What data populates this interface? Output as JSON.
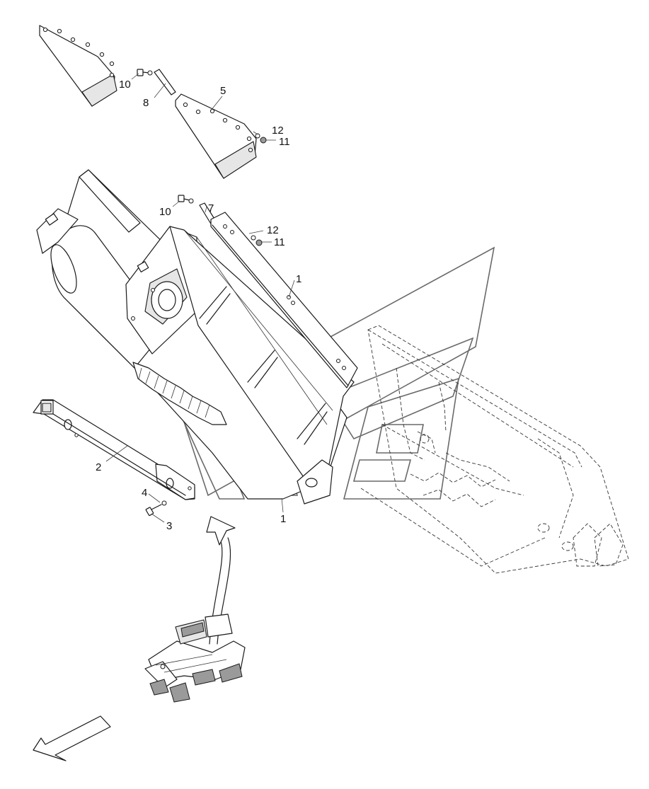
{
  "callouts": {
    "c10a": "10",
    "c8": "8",
    "c5": "5",
    "c12a": "12",
    "c11a": "11",
    "c10b": "10",
    "c7": "7",
    "c12b": "12",
    "c11b": "11",
    "c1a": "1",
    "c2": "2",
    "c4": "4",
    "c3": "3",
    "c1b": "1"
  },
  "colors": {
    "line": "#1a1a1a",
    "watermark": "#6a6a6a",
    "background": "#ffffff"
  }
}
